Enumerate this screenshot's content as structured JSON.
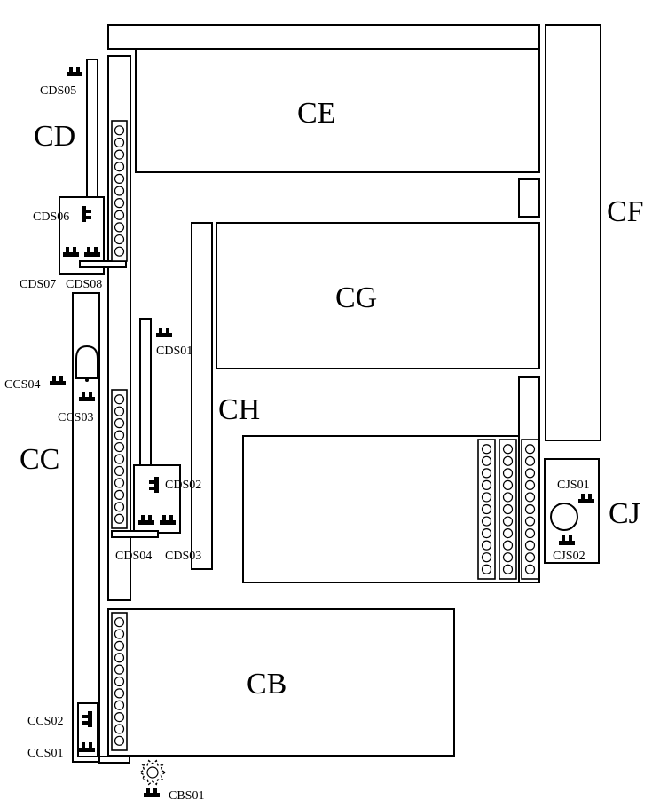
{
  "zones": {
    "ce": "CE",
    "cf": "CF",
    "cd": "CD",
    "cg": "CG",
    "ch": "CH",
    "cc": "CC",
    "cj": "CJ",
    "cb": "CB"
  },
  "sensors": {
    "cds05": "CDS05",
    "cds06": "CDS06",
    "cds07": "CDS07",
    "cds08": "CDS08",
    "cds01": "CDS01",
    "cds02": "CDS02",
    "cds03": "CDS03",
    "cds04": "CDS04",
    "ccs01": "CCS01",
    "ccs02": "CCS02",
    "ccs03": "CCS03",
    "ccs04": "CCS04",
    "cjs01": "CJS01",
    "cjs02": "CJS02",
    "cbs01": "CBS01"
  },
  "colors": {
    "stroke": "#000000",
    "fill": "#ffffff"
  }
}
